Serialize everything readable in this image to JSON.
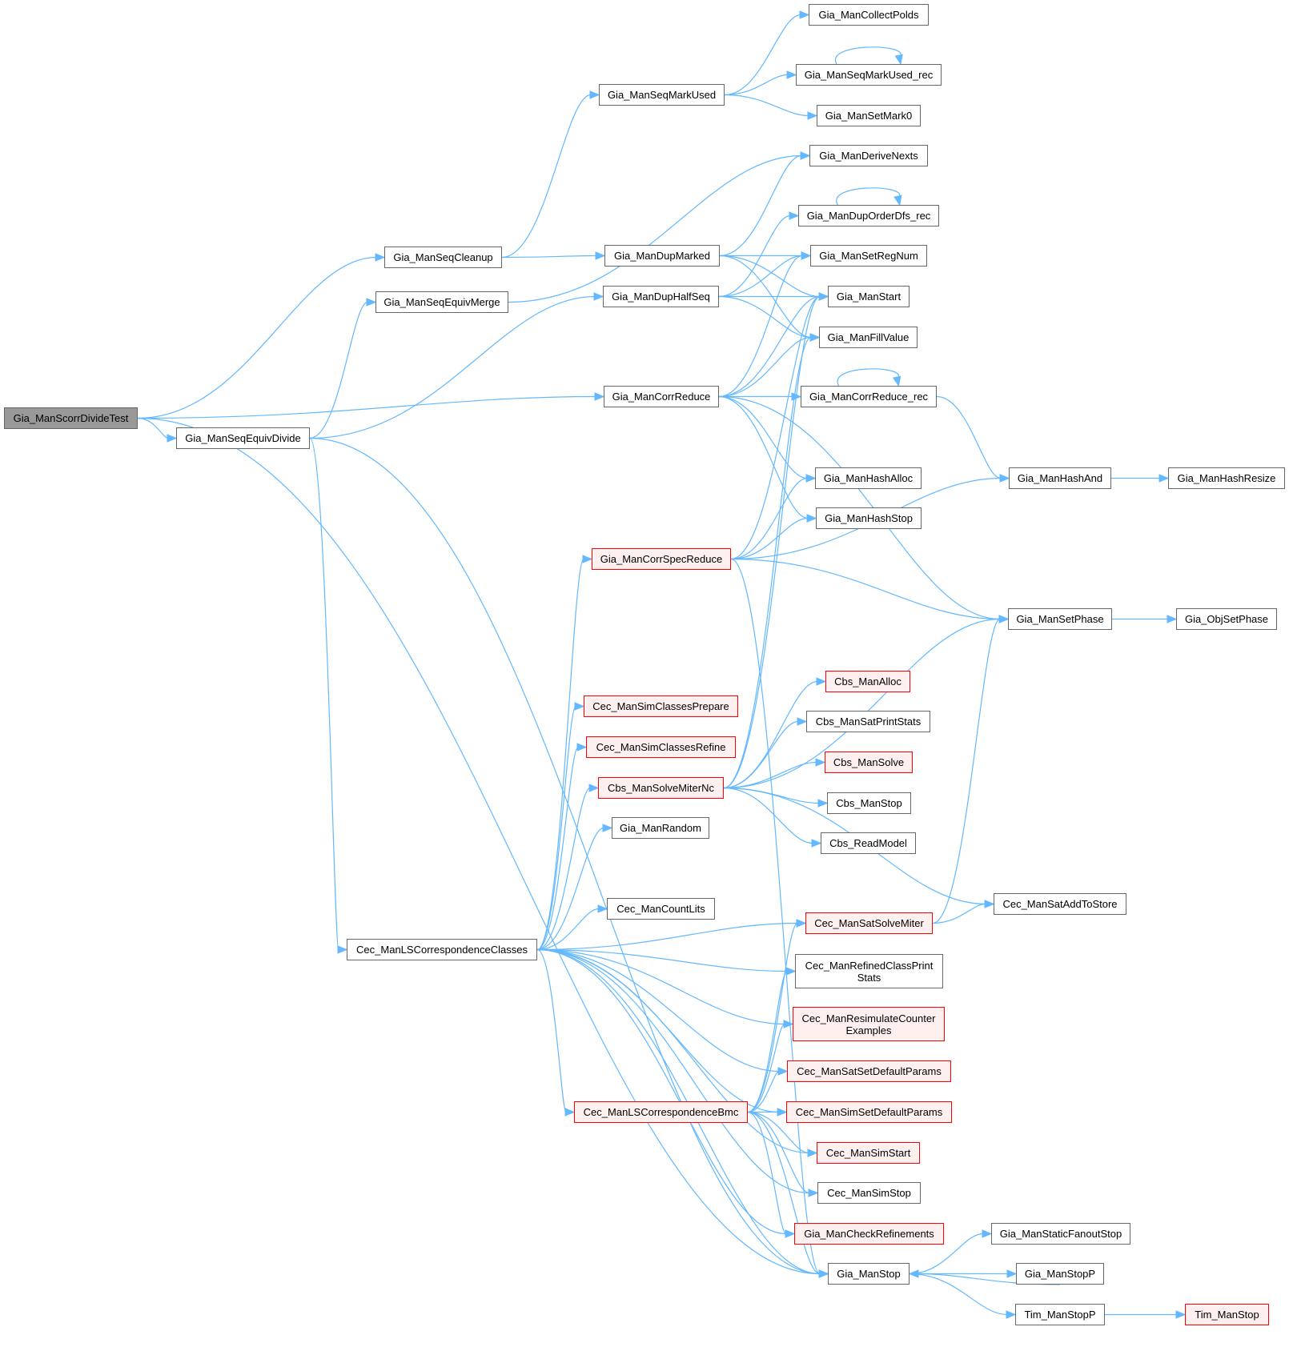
{
  "diagram": {
    "type": "call-graph",
    "colors": {
      "edge": "#63b8ff",
      "node_border": "#666666",
      "root_fill": "#999999",
      "truncated_border": "#ff0000",
      "truncated_fill": "#fff0f0"
    },
    "nodes": [
      {
        "id": "n0",
        "label": "Gia_ManScorrDivideTest",
        "kind": "root"
      },
      {
        "id": "n1",
        "label": "Gia_ManSeqEquivDivide",
        "kind": "normal"
      },
      {
        "id": "n2",
        "label": "Gia_ManSeqCleanup",
        "kind": "normal"
      },
      {
        "id": "n3",
        "label": "Gia_ManSeqEquivMerge",
        "kind": "normal"
      },
      {
        "id": "n4",
        "label": "Gia_ManSeqMarkUsed",
        "kind": "normal"
      },
      {
        "id": "n5",
        "label": "Gia_ManCollectPolds",
        "kind": "normal"
      },
      {
        "id": "n6",
        "label": "Gia_ManSeqMarkUsed_rec",
        "kind": "normal"
      },
      {
        "id": "n7",
        "label": "Gia_ManSetMark0",
        "kind": "normal"
      },
      {
        "id": "n8",
        "label": "Gia_ManDeriveNexts",
        "kind": "normal"
      },
      {
        "id": "n9",
        "label": "Gia_ManDupOrderDfs_rec",
        "kind": "normal"
      },
      {
        "id": "n10",
        "label": "Gia_ManDupMarked",
        "kind": "normal"
      },
      {
        "id": "n11",
        "label": "Gia_ManSetRegNum",
        "kind": "normal"
      },
      {
        "id": "n12",
        "label": "Gia_ManDupHalfSeq",
        "kind": "normal"
      },
      {
        "id": "n13",
        "label": "Gia_ManStart",
        "kind": "normal"
      },
      {
        "id": "n14",
        "label": "Gia_ManFillValue",
        "kind": "normal"
      },
      {
        "id": "n15",
        "label": "Gia_ManCorrReduce",
        "kind": "normal"
      },
      {
        "id": "n16",
        "label": "Gia_ManCorrReduce_rec",
        "kind": "normal"
      },
      {
        "id": "n17",
        "label": "Gia_ManHashAnd",
        "kind": "normal"
      },
      {
        "id": "n18",
        "label": "Gia_ManHashResize",
        "kind": "normal"
      },
      {
        "id": "n19",
        "label": "Gia_ManHashAlloc",
        "kind": "normal"
      },
      {
        "id": "n20",
        "label": "Gia_ManHashStop",
        "kind": "normal"
      },
      {
        "id": "n21",
        "label": "Gia_ManCorrSpecReduce",
        "kind": "truncated"
      },
      {
        "id": "n22",
        "label": "Gia_ManSetPhase",
        "kind": "normal"
      },
      {
        "id": "n23",
        "label": "Gia_ObjSetPhase",
        "kind": "normal"
      },
      {
        "id": "n24",
        "label": "Cbs_ManAlloc",
        "kind": "truncated"
      },
      {
        "id": "n25",
        "label": "Cec_ManSimClassesPrepare",
        "kind": "truncated"
      },
      {
        "id": "n26",
        "label": "Cbs_ManSatPrintStats",
        "kind": "normal"
      },
      {
        "id": "n27",
        "label": "Cec_ManSimClassesRefine",
        "kind": "truncated"
      },
      {
        "id": "n28",
        "label": "Cbs_ManSolve",
        "kind": "truncated"
      },
      {
        "id": "n29",
        "label": "Cbs_ManSolveMiterNc",
        "kind": "truncated"
      },
      {
        "id": "n30",
        "label": "Cbs_ManStop",
        "kind": "normal"
      },
      {
        "id": "n31",
        "label": "Gia_ManRandom",
        "kind": "normal"
      },
      {
        "id": "n32",
        "label": "Cbs_ReadModel",
        "kind": "normal"
      },
      {
        "id": "n33",
        "label": "Cec_ManSatAddToStore",
        "kind": "normal"
      },
      {
        "id": "n34",
        "label": "Cec_ManCountLits",
        "kind": "normal"
      },
      {
        "id": "n35",
        "label": "Cec_ManSatSolveMiter",
        "kind": "truncated"
      },
      {
        "id": "n36",
        "label": "Cec_ManLSCorrespondenceClasses",
        "kind": "normal"
      },
      {
        "id": "n37",
        "label": "Cec_ManRefinedClassPrint\nStats",
        "kind": "normal"
      },
      {
        "id": "n38",
        "label": "Cec_ManResimulateCounter\nExamples",
        "kind": "truncated"
      },
      {
        "id": "n39",
        "label": "Cec_ManSatSetDefaultParams",
        "kind": "truncated"
      },
      {
        "id": "n40",
        "label": "Cec_ManLSCorrespondenceBmc",
        "kind": "truncated"
      },
      {
        "id": "n41",
        "label": "Cec_ManSimSetDefaultParams",
        "kind": "truncated"
      },
      {
        "id": "n42",
        "label": "Cec_ManSimStart",
        "kind": "truncated"
      },
      {
        "id": "n43",
        "label": "Cec_ManSimStop",
        "kind": "normal"
      },
      {
        "id": "n44",
        "label": "Gia_ManCheckRefinements",
        "kind": "truncated"
      },
      {
        "id": "n45",
        "label": "Gia_ManStaticFanoutStop",
        "kind": "normal"
      },
      {
        "id": "n46",
        "label": "Gia_ManStop",
        "kind": "normal"
      },
      {
        "id": "n47",
        "label": "Gia_ManStopP",
        "kind": "normal"
      },
      {
        "id": "n48",
        "label": "Tim_ManStopP",
        "kind": "normal"
      },
      {
        "id": "n49",
        "label": "Tim_ManStop",
        "kind": "truncated"
      }
    ],
    "edges": [
      [
        "n0",
        "n2"
      ],
      [
        "n0",
        "n1"
      ],
      [
        "n0",
        "n15"
      ],
      [
        "n0",
        "n46"
      ],
      [
        "n1",
        "n3"
      ],
      [
        "n1",
        "n12"
      ],
      [
        "n1",
        "n36"
      ],
      [
        "n1",
        "n46"
      ],
      [
        "n2",
        "n4"
      ],
      [
        "n2",
        "n10"
      ],
      [
        "n3",
        "n8"
      ],
      [
        "n4",
        "n5"
      ],
      [
        "n4",
        "n6"
      ],
      [
        "n4",
        "n7"
      ],
      [
        "n6",
        "n6"
      ],
      [
        "n9",
        "n9"
      ],
      [
        "n10",
        "n8"
      ],
      [
        "n10",
        "n11"
      ],
      [
        "n10",
        "n13"
      ],
      [
        "n10",
        "n14"
      ],
      [
        "n12",
        "n9"
      ],
      [
        "n12",
        "n11"
      ],
      [
        "n12",
        "n13"
      ],
      [
        "n12",
        "n14"
      ],
      [
        "n15",
        "n13"
      ],
      [
        "n15",
        "n14"
      ],
      [
        "n15",
        "n16"
      ],
      [
        "n15",
        "n19"
      ],
      [
        "n15",
        "n20"
      ],
      [
        "n15",
        "n22"
      ],
      [
        "n15",
        "n11"
      ],
      [
        "n16",
        "n16"
      ],
      [
        "n16",
        "n17"
      ],
      [
        "n17",
        "n18"
      ],
      [
        "n21",
        "n13"
      ],
      [
        "n21",
        "n19"
      ],
      [
        "n21",
        "n20"
      ],
      [
        "n21",
        "n17"
      ],
      [
        "n21",
        "n22"
      ],
      [
        "n21",
        "n46"
      ],
      [
        "n22",
        "n23"
      ],
      [
        "n29",
        "n14"
      ],
      [
        "n29",
        "n13"
      ],
      [
        "n29",
        "n22"
      ],
      [
        "n29",
        "n24"
      ],
      [
        "n29",
        "n26"
      ],
      [
        "n29",
        "n28"
      ],
      [
        "n29",
        "n30"
      ],
      [
        "n29",
        "n32"
      ],
      [
        "n29",
        "n33"
      ],
      [
        "n35",
        "n22"
      ],
      [
        "n35",
        "n33"
      ],
      [
        "n36",
        "n21"
      ],
      [
        "n36",
        "n25"
      ],
      [
        "n36",
        "n27"
      ],
      [
        "n36",
        "n29"
      ],
      [
        "n36",
        "n31"
      ],
      [
        "n36",
        "n35"
      ],
      [
        "n36",
        "n34"
      ],
      [
        "n36",
        "n37"
      ],
      [
        "n36",
        "n38"
      ],
      [
        "n36",
        "n39"
      ],
      [
        "n36",
        "n41"
      ],
      [
        "n36",
        "n40"
      ],
      [
        "n36",
        "n42"
      ],
      [
        "n36",
        "n43"
      ],
      [
        "n36",
        "n44"
      ],
      [
        "n36",
        "n46"
      ],
      [
        "n40",
        "n35"
      ],
      [
        "n40",
        "n37"
      ],
      [
        "n40",
        "n38"
      ],
      [
        "n40",
        "n39"
      ],
      [
        "n40",
        "n41"
      ],
      [
        "n40",
        "n42"
      ],
      [
        "n40",
        "n43"
      ],
      [
        "n40",
        "n44"
      ],
      [
        "n40",
        "n46"
      ],
      [
        "n46",
        "n45"
      ],
      [
        "n46",
        "n47"
      ],
      [
        "n46",
        "n48"
      ],
      [
        "n47",
        "n46"
      ],
      [
        "n48",
        "n49"
      ]
    ]
  }
}
